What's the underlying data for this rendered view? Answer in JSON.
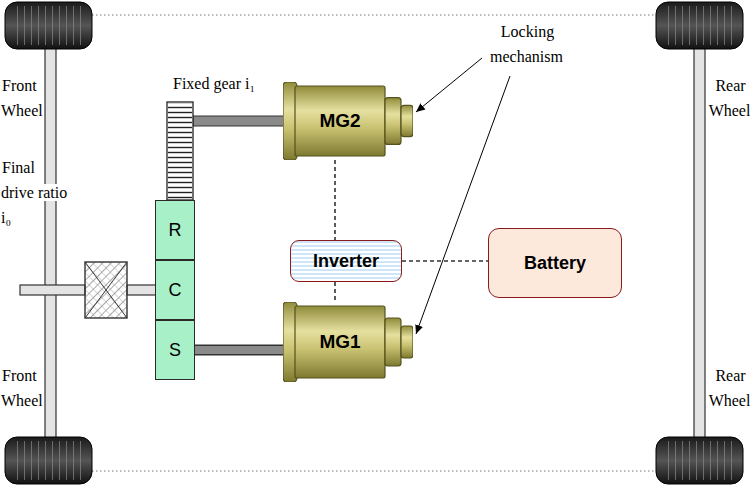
{
  "diagram": {
    "nodes": [
      {
        "text": [
          "R"
        ]
      },
      {
        "text": [
          "C"
        ]
      },
      {
        "text": [
          "S"
        ]
      },
      {
        "text": [
          "MG2"
        ]
      },
      {
        "text": [
          "Inverter"
        ]
      },
      {
        "text": [
          "Battery"
        ]
      },
      {
        "text": [
          "MG1"
        ]
      }
    ],
    "edges": [
      {
        "from": 2,
        "to": 6,
        "arrow": "none"
      },
      {
        "from": 3,
        "to": 4,
        "arrow": "none"
      },
      {
        "from": 4,
        "to": 6,
        "arrow": "none"
      },
      {
        "from": 4,
        "to": 5,
        "arrow": "none"
      }
    ],
    "labels": [
      "Fixed gear i₁",
      "Locking mechanism",
      "Front Wheel",
      "Final drive ratio i₀",
      "Front Wheel",
      "Rear Wheel",
      "Rear Wheel"
    ]
  }
}
